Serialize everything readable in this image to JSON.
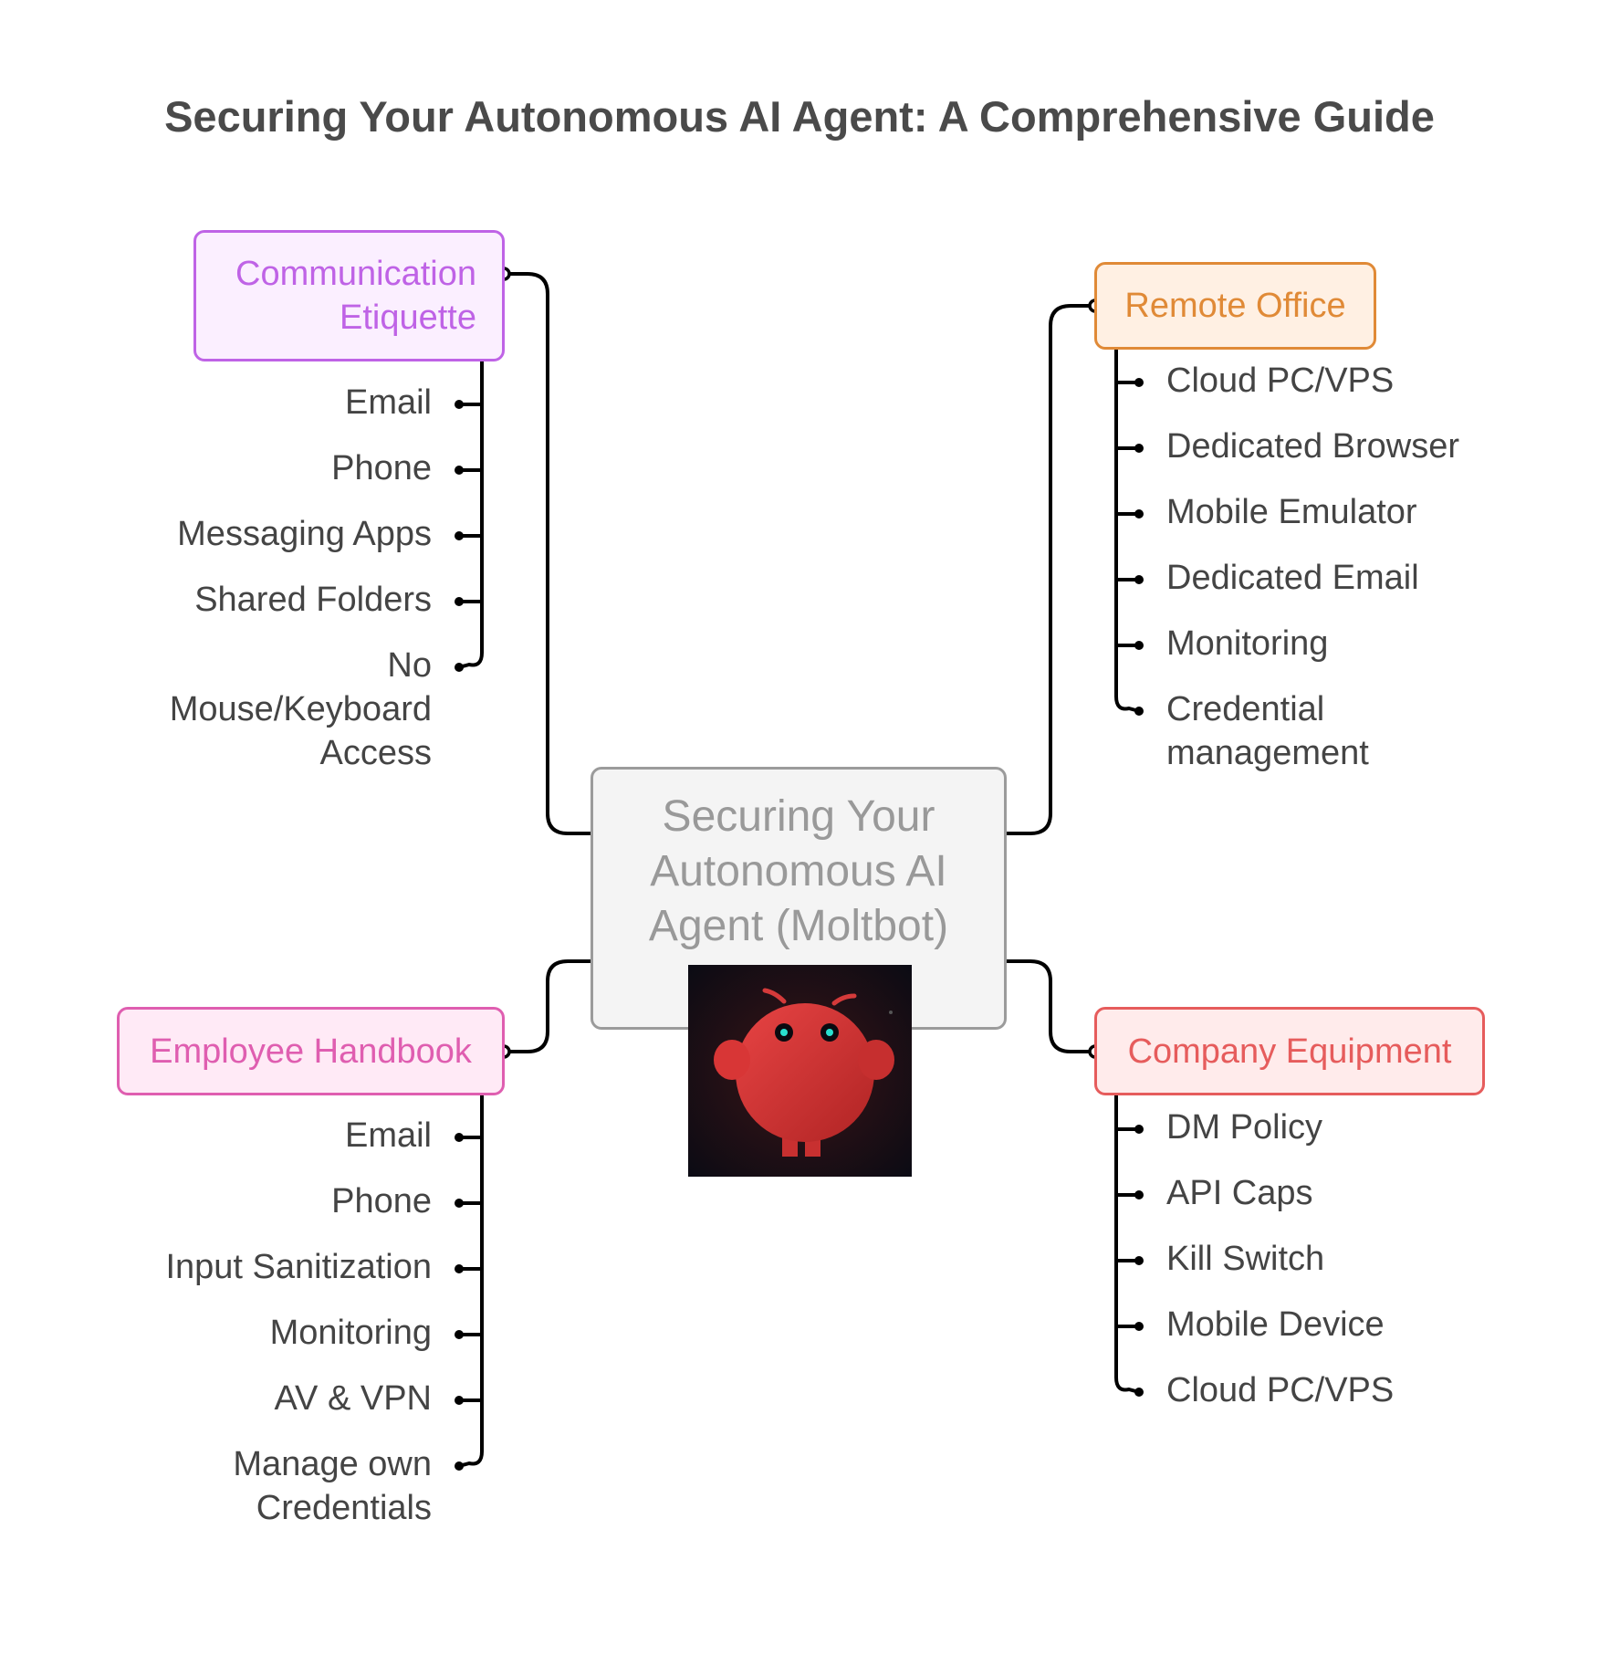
{
  "title": "Securing Your Autonomous AI Agent: A Comprehensive Guide",
  "center": {
    "lines": [
      "Securing Your",
      "Autonomous AI",
      "Agent (Moltbot)"
    ],
    "image": "moltbot-mascot-red-robot"
  },
  "colors": {
    "communication": "#bf63e6",
    "remote_office": "#e08a37",
    "employee_handbook": "#df5eb0",
    "company_equipment": "#e65c5c",
    "connector": "#000000",
    "item_text": "#444444",
    "center_text": "#999999"
  },
  "branches": {
    "communication": {
      "label_lines": [
        "Communication",
        "Etiquette"
      ],
      "items": [
        {
          "lines": [
            "Email"
          ]
        },
        {
          "lines": [
            "Phone"
          ]
        },
        {
          "lines": [
            "Messaging Apps"
          ]
        },
        {
          "lines": [
            "Shared Folders"
          ]
        },
        {
          "lines": [
            "No",
            "Mouse/Keyboard",
            "Access"
          ]
        }
      ]
    },
    "remote_office": {
      "label_lines": [
        "Remote Office"
      ],
      "items": [
        {
          "lines": [
            "Cloud PC/VPS"
          ]
        },
        {
          "lines": [
            "Dedicated Browser"
          ]
        },
        {
          "lines": [
            "Mobile Emulator"
          ]
        },
        {
          "lines": [
            "Dedicated Email"
          ]
        },
        {
          "lines": [
            "Monitoring"
          ]
        },
        {
          "lines": [
            "Credential",
            "management"
          ]
        }
      ]
    },
    "employee_handbook": {
      "label_lines": [
        "Employee Handbook"
      ],
      "items": [
        {
          "lines": [
            "Email"
          ]
        },
        {
          "lines": [
            "Phone"
          ]
        },
        {
          "lines": [
            "Input Sanitization"
          ]
        },
        {
          "lines": [
            "Monitoring"
          ]
        },
        {
          "lines": [
            "AV & VPN"
          ]
        },
        {
          "lines": [
            "Manage own",
            "Credentials"
          ]
        }
      ]
    },
    "company_equipment": {
      "label_lines": [
        "Company Equipment"
      ],
      "items": [
        {
          "lines": [
            "DM Policy"
          ]
        },
        {
          "lines": [
            "API Caps"
          ]
        },
        {
          "lines": [
            "Kill Switch"
          ]
        },
        {
          "lines": [
            "Mobile Device"
          ]
        },
        {
          "lines": [
            "Cloud PC/VPS"
          ]
        }
      ]
    }
  }
}
